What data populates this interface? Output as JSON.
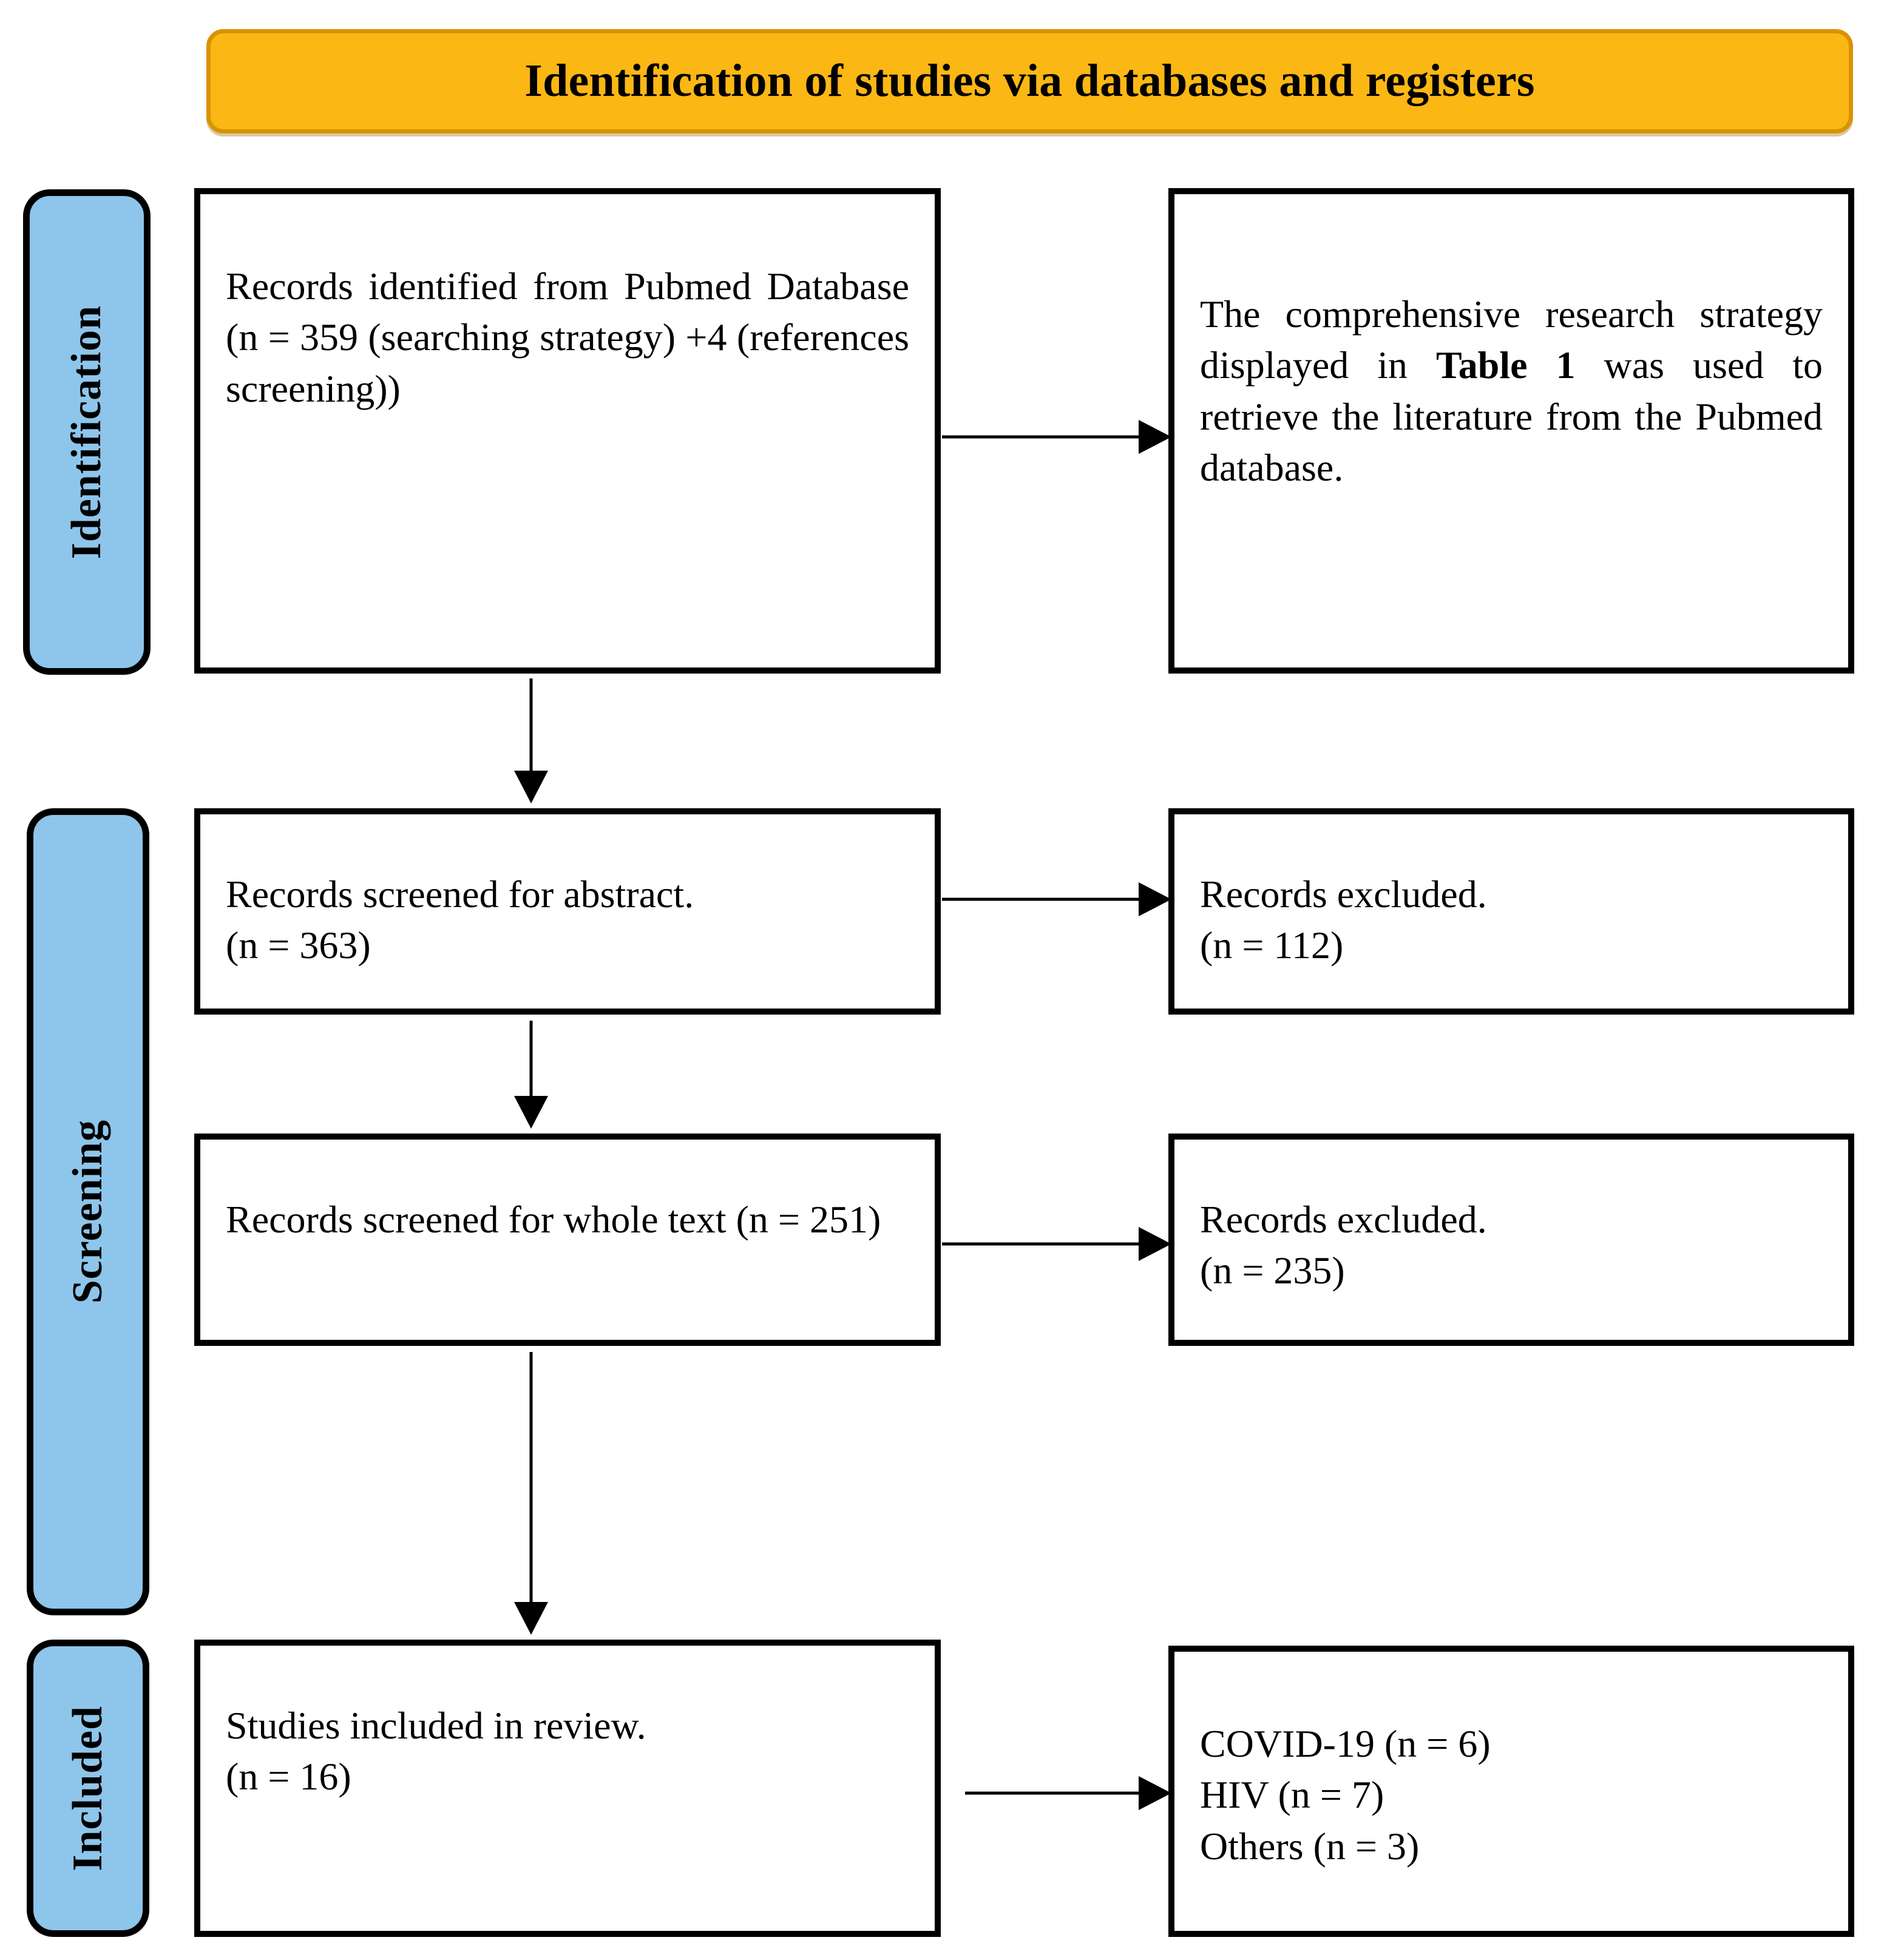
{
  "banner": {
    "title": "Identification of studies via databases and registers",
    "fill_color": "#FBB714",
    "border_color": "#D99200"
  },
  "stages": [
    {
      "id": "identification",
      "label": "Identification",
      "color": "#8EC5EA"
    },
    {
      "id": "screening",
      "label": "Screening",
      "color": "#8EC5EA"
    },
    {
      "id": "included",
      "label": "Included",
      "color": "#8EC5EA"
    }
  ],
  "boxes": {
    "identified": {
      "text": "Records identified from Pubmed Database (n = 359 (searching strategy) +4 (references screening))",
      "n": 359,
      "extra_n": 4
    },
    "strategy": {
      "text_before": "The comprehensive research strategy displayed in ",
      "emphasis": "Table 1",
      "text_after": " was used to retrieve the literature from the Pubmed database."
    },
    "screen_abstract": {
      "line1": "Records screened for abstract.",
      "line2": "(n = 363)",
      "n": 363
    },
    "excluded_1": {
      "line1": "Records excluded.",
      "line2": "(n = 112)",
      "n": 112
    },
    "screen_fulltext": {
      "text": "Records screened for whole text (n = 251)",
      "n": 251
    },
    "excluded_2": {
      "line1": "Records excluded.",
      "line2": "(n = 235)",
      "n": 235
    },
    "included": {
      "line1": "Studies included in review.",
      "line2": "(n = 16)",
      "n": 16
    },
    "outcomes": {
      "line1": "COVID-19 (n = 6)",
      "line2": "HIV (n = 7)",
      "line3": "Others (n = 3)",
      "counts": {
        "covid19": 6,
        "hiv": 7,
        "others": 3
      }
    }
  },
  "chart_data": {
    "type": "diagram",
    "title": "Identification of studies via databases and registers",
    "stages": [
      "Identification",
      "Screening",
      "Included"
    ],
    "nodes": [
      {
        "stage": "Identification",
        "label": "Records identified from Pubmed Database",
        "n": 359,
        "additional_n": 4,
        "total": 363
      },
      {
        "stage": "Identification",
        "label": "The comprehensive research strategy displayed in Table 1 was used to retrieve the literature from the Pubmed database.",
        "n": null
      },
      {
        "stage": "Screening",
        "label": "Records screened for abstract.",
        "n": 363
      },
      {
        "stage": "Screening",
        "label": "Records excluded.",
        "n": 112
      },
      {
        "stage": "Screening",
        "label": "Records screened for whole text",
        "n": 251
      },
      {
        "stage": "Screening",
        "label": "Records excluded.",
        "n": 235
      },
      {
        "stage": "Included",
        "label": "Studies included in review.",
        "n": 16
      },
      {
        "stage": "Included",
        "label": "COVID-19",
        "n": 6
      },
      {
        "stage": "Included",
        "label": "HIV",
        "n": 7
      },
      {
        "stage": "Included",
        "label": "Others",
        "n": 3
      }
    ]
  }
}
